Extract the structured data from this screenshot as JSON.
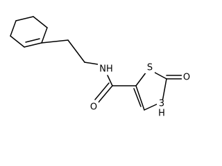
{
  "molecule": {
    "atoms": [
      {
        "id": "nh_amide",
        "label": "NH",
        "color": "#000000"
      },
      {
        "id": "o_carbonyl",
        "label": "O",
        "color": "#000000"
      },
      {
        "id": "s_ring",
        "label": "S",
        "color": "#000000"
      },
      {
        "id": "o_ketone",
        "label": "O",
        "color": "#000000"
      },
      {
        "id": "nh_ring",
        "label": "3",
        "color": "#000000"
      },
      {
        "id": "nh_ring_h",
        "label": "H",
        "color": "#000000"
      }
    ]
  }
}
